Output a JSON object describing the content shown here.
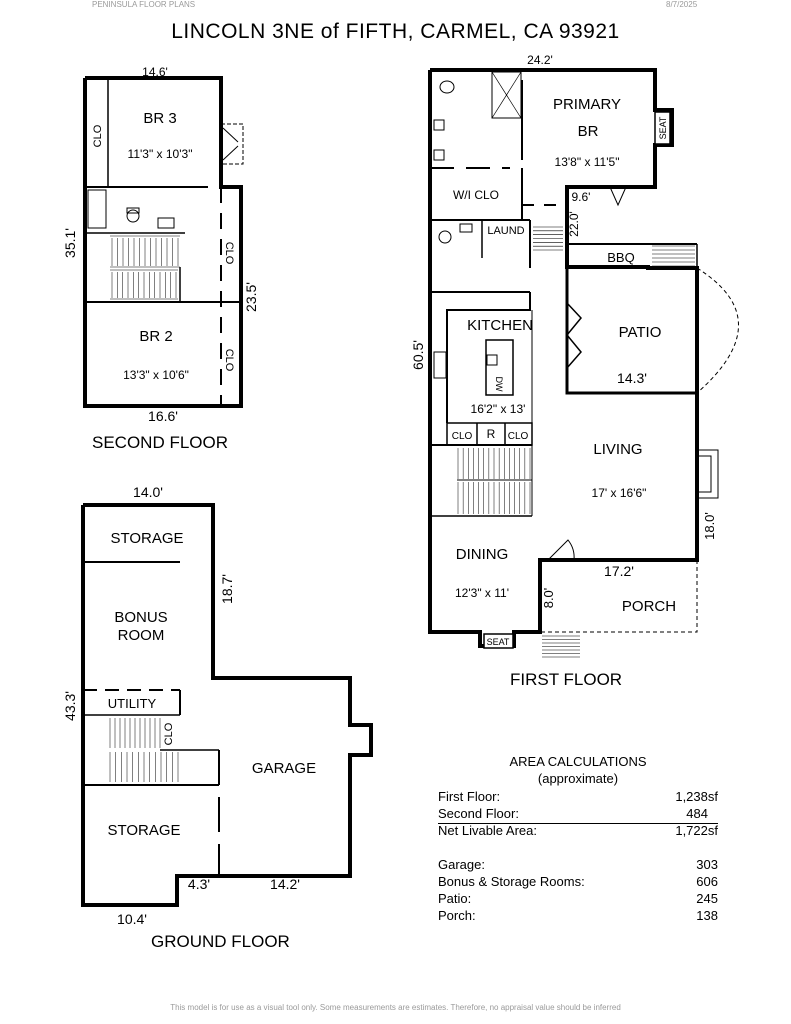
{
  "header": {
    "brand": "PENINSULA FLOOR PLANS",
    "date": "8/7/2025"
  },
  "title": "LINCOLN 3NE of FIFTH, CARMEL, CA  93921",
  "floors": {
    "second": {
      "label": "SECOND FLOOR",
      "dims": {
        "top": "14.6'",
        "left": "35.1'",
        "right": "23.5'",
        "bottom": "16.6'"
      },
      "rooms": {
        "br3": {
          "name": "BR 3",
          "size": "11'3\" x 10'3\""
        },
        "br2": {
          "name": "BR 2",
          "size": "13'3\" x 10'6\""
        },
        "clo_a": "CLO",
        "clo_b": "CLO",
        "clo_c": "CLO"
      }
    },
    "first": {
      "label": "FIRST FLOOR",
      "dims": {
        "top": "24.2'",
        "left": "60.5'",
        "inner_a": "9.6'",
        "inner_b": "22.0'",
        "patio_w": "14.3'",
        "right": "18.0'",
        "porch_w": "17.2'",
        "porch_d": "8.0'"
      },
      "rooms": {
        "primary": {
          "name_a": "PRIMARY",
          "name_b": "BR",
          "size": "13'8\" x 11'5\""
        },
        "seat_a": "SEAT",
        "wi_clo": "W/I CLO",
        "laund": "LAUND",
        "bbq": "BBQ",
        "patio": "PATIO",
        "kitchen": {
          "name": "KITCHEN",
          "size": "16'2\" x 13'"
        },
        "dw": "DW",
        "clo_a": "CLO",
        "r": "R",
        "clo_b": "CLO",
        "living": {
          "name": "LIVING",
          "size": "17' x 16'6\""
        },
        "dining": {
          "name": "DINING",
          "size": "12'3\" x 11'"
        },
        "porch": "PORCH",
        "seat_b": "SEAT"
      }
    },
    "ground": {
      "label": "GROUND FLOOR",
      "dims": {
        "top": "14.0'",
        "left": "43.3'",
        "inner": "18.7'",
        "step": "4.3'",
        "garage_w": "14.2'",
        "bottom": "10.4'"
      },
      "rooms": {
        "storage_a": "STORAGE",
        "bonus": {
          "a": "BONUS",
          "b": "ROOM"
        },
        "utility": "UTILITY",
        "clo": "CLO",
        "garage": "GARAGE",
        "storage_b": "STORAGE"
      }
    }
  },
  "area_calculations": {
    "heading": "AREA CALCULATIONS",
    "subheading": "(approximate)",
    "rows": [
      {
        "label": "First  Floor:",
        "value": "1,238sf"
      },
      {
        "label": "Second Floor:",
        "value": "484"
      },
      {
        "label": "Net Livable Area:",
        "value": "1,722sf"
      },
      {
        "label": "Garage:",
        "value": "303"
      },
      {
        "label": "Bonus & Storage Rooms:",
        "value": "606"
      },
      {
        "label": "Patio:",
        "value": "245"
      },
      {
        "label": "Porch:",
        "value": "138"
      }
    ]
  },
  "footer": "This model is for use as a visual tool only. Some measurements are estimates. Therefore, no appraisal value should be inferred"
}
